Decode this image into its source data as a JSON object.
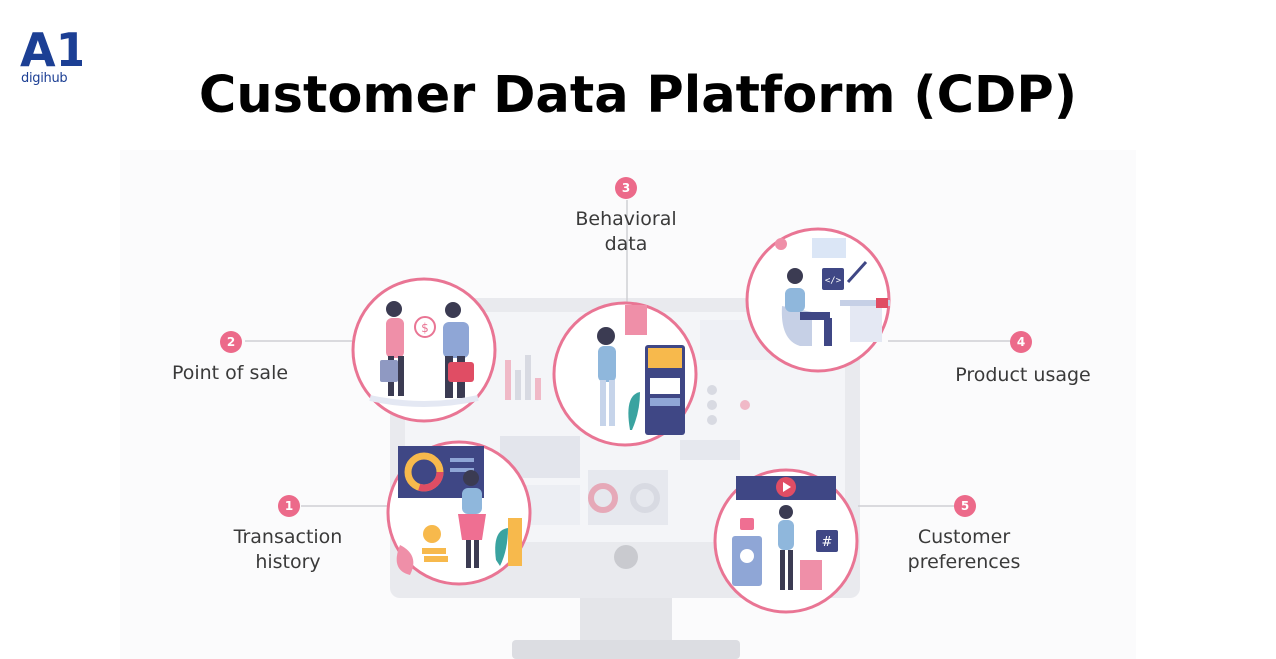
{
  "logo": {
    "mark": "A1",
    "sub": "digihub",
    "color": "#1c3f94"
  },
  "title": "Customer Data Platform (CDP)",
  "accent": "#ec6a8a",
  "items": [
    {
      "number": "1",
      "label": "Transaction\nhistory"
    },
    {
      "number": "2",
      "label": "Point of sale"
    },
    {
      "number": "3",
      "label": "Behavioral\ndata"
    },
    {
      "number": "4",
      "label": "Product usage"
    },
    {
      "number": "5",
      "label": "Customer\npreferences"
    }
  ]
}
